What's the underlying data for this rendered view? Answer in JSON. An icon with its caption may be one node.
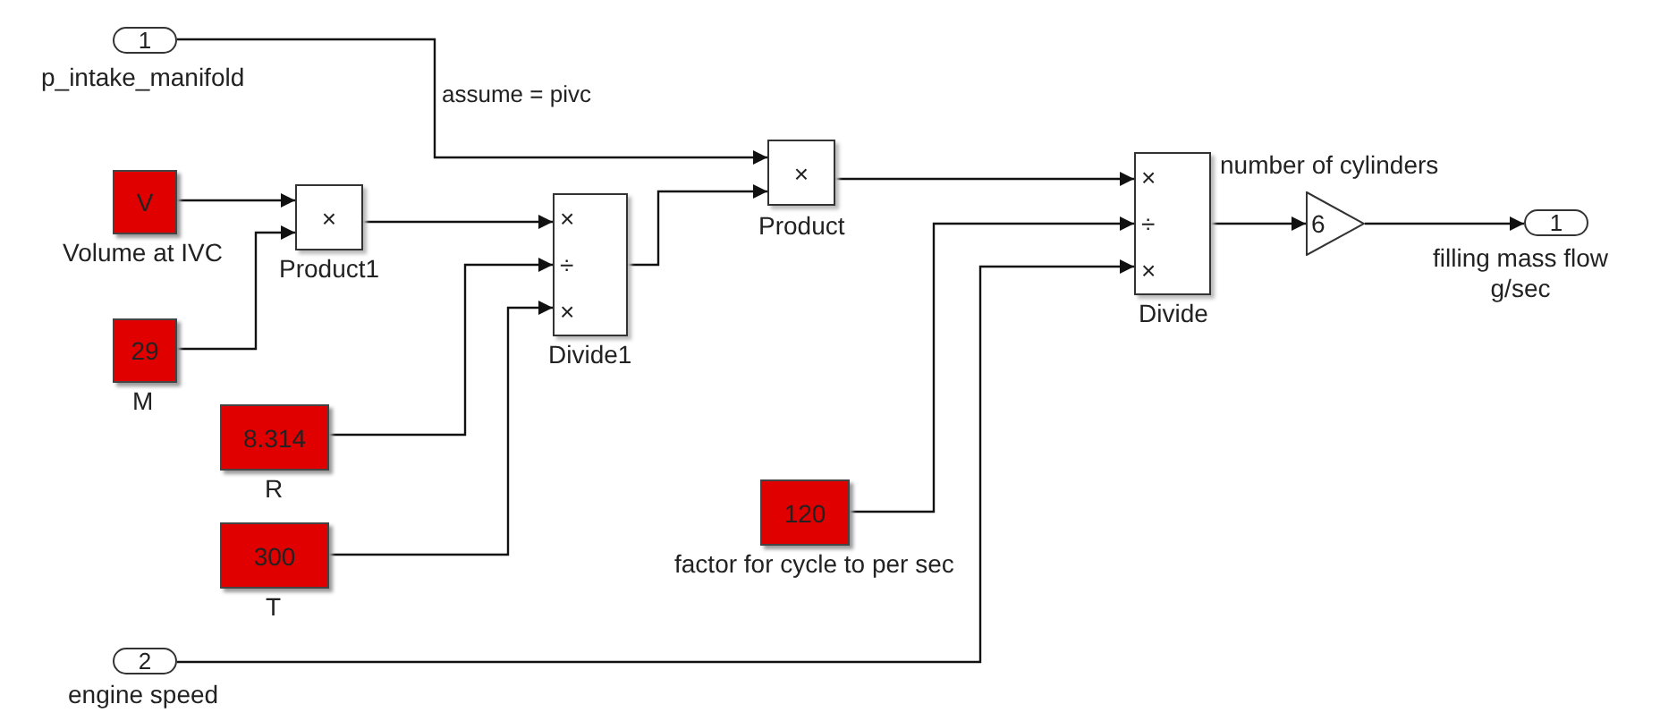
{
  "diagram": {
    "nodes": [
      {
        "text": [
          "1"
        ],
        "beside": [
          "p_intake_manifold"
        ]
      },
      {
        "text": [
          "V"
        ],
        "beside": [
          "Volume at IVC"
        ]
      },
      {
        "text": [
          "29"
        ],
        "beside": [
          "M"
        ]
      },
      {
        "text": [
          "×"
        ],
        "beside": [
          "Product1"
        ]
      },
      {
        "text": [
          "×",
          "÷",
          "×"
        ],
        "beside": [
          "Divide1"
        ]
      },
      {
        "text": [
          "×"
        ],
        "beside": [
          "Product"
        ]
      },
      {
        "text": [
          "8.314"
        ],
        "beside": [
          "R"
        ]
      },
      {
        "text": [
          "300"
        ],
        "beside": [
          "T"
        ]
      },
      {
        "text": [
          "120"
        ],
        "beside": [
          "factor for cycle to per sec"
        ]
      },
      {
        "text": [
          "2"
        ],
        "beside": [
          "engine speed"
        ]
      },
      {
        "text": [
          "×",
          "÷",
          "×"
        ],
        "beside": [
          "Divide"
        ]
      },
      {
        "text": [
          "6"
        ],
        "beside": [
          "number of cylinders"
        ]
      },
      {
        "text": [
          "1"
        ],
        "beside": [
          "filling mass flow g/sec"
        ]
      }
    ],
    "edges": [
      {
        "from": 0,
        "to": 5,
        "arrow": "to",
        "label": "assume = pivc"
      },
      {
        "from": 1,
        "to": 3,
        "arrow": "to"
      },
      {
        "from": 2,
        "to": 3,
        "arrow": "to"
      },
      {
        "from": 3,
        "to": 4,
        "arrow": "to"
      },
      {
        "from": 6,
        "to": 4,
        "arrow": "to"
      },
      {
        "from": 7,
        "to": 4,
        "arrow": "to"
      },
      {
        "from": 4,
        "to": 5,
        "arrow": "to"
      },
      {
        "from": 5,
        "to": 10,
        "arrow": "to"
      },
      {
        "from": 8,
        "to": 10,
        "arrow": "to"
      },
      {
        "from": 9,
        "to": 10,
        "arrow": "to"
      },
      {
        "from": 10,
        "to": 11,
        "arrow": "to"
      },
      {
        "from": 11,
        "to": 12,
        "arrow": "to"
      }
    ]
  }
}
